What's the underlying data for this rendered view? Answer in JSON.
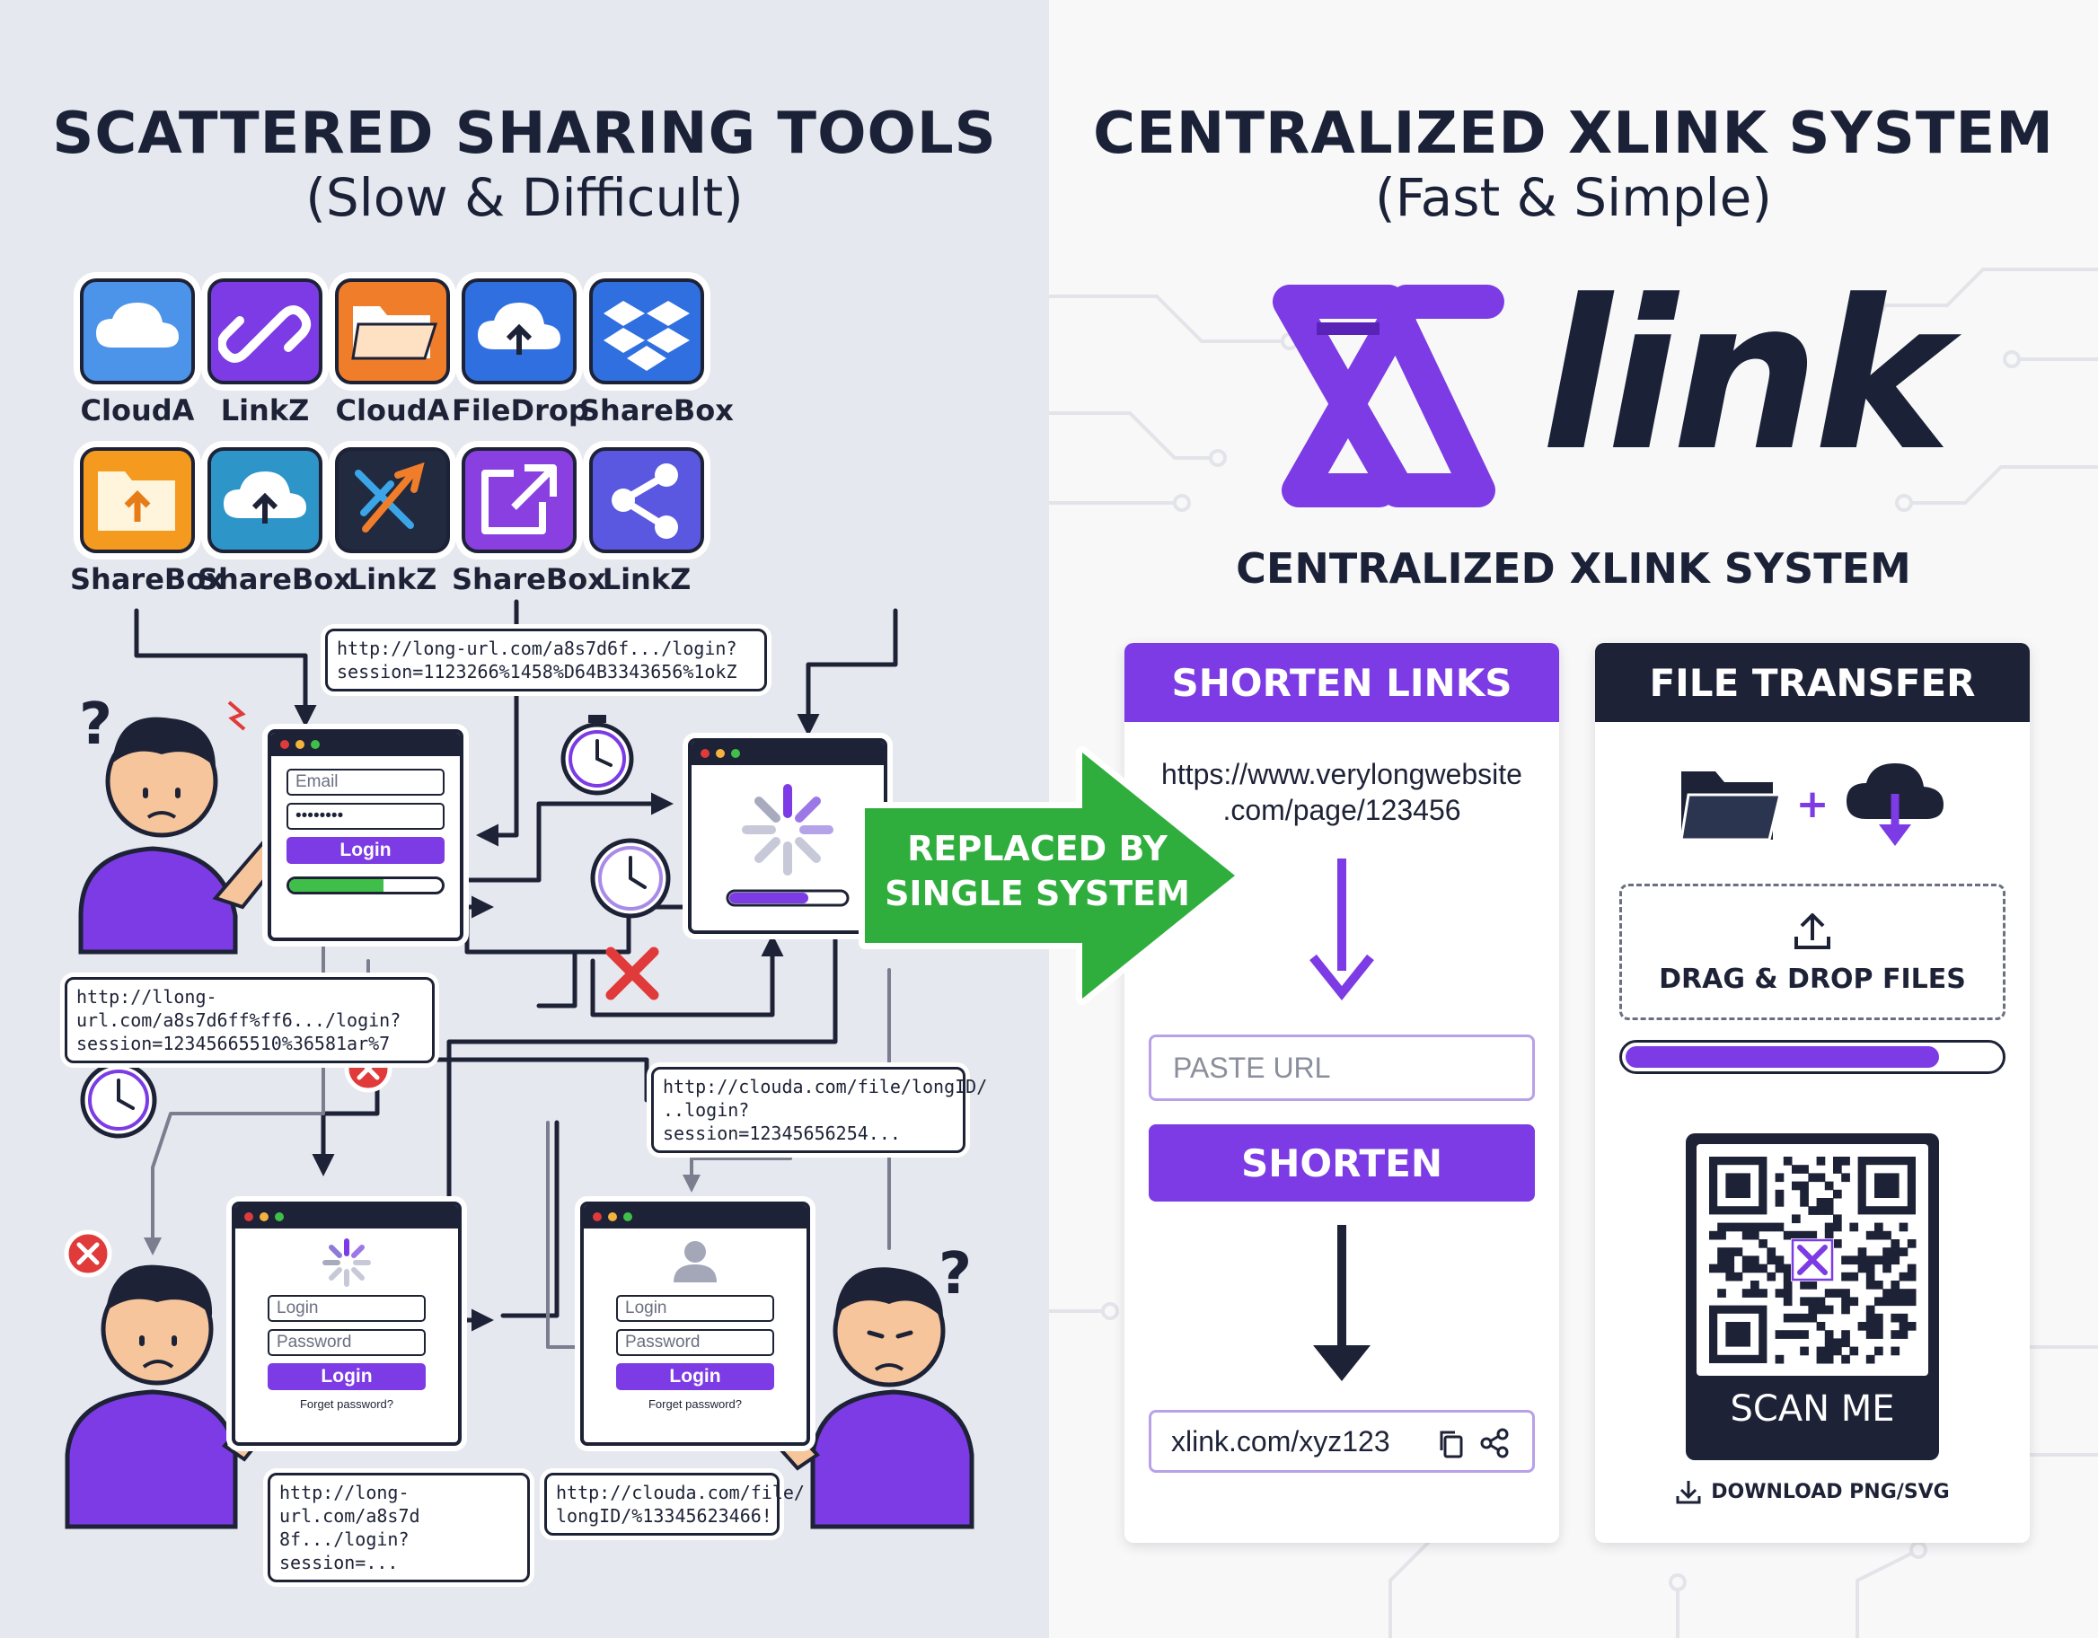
{
  "left": {
    "title": "SCATTERED SHARING TOOLS",
    "subtitle": "(Slow & Difficult)",
    "apps": [
      {
        "name": "CloudA",
        "icon": "cloud-icon",
        "color": "#4c93ea"
      },
      {
        "name": "LinkZ",
        "icon": "chain-link-icon",
        "color": "#7c3be4"
      },
      {
        "name": "CloudA",
        "icon": "folder-icon",
        "color": "#ef7d2a"
      },
      {
        "name": "FileDrop",
        "icon": "cloud-upload-icon",
        "color": "#2f6fe0"
      },
      {
        "name": "ShareBox",
        "icon": "dropbox-icon",
        "color": "#2f6fe0"
      },
      {
        "name": "ShareBox",
        "icon": "folder-upload-icon",
        "color": "#f49a1e"
      },
      {
        "name": "ShareBox",
        "icon": "cloud-upload-icon",
        "color": "#2e95c8"
      },
      {
        "name": "LinkZ",
        "icon": "crossed-arrows-icon",
        "color": "#222a3f"
      },
      {
        "name": "ShareBox",
        "icon": "external-link-icon",
        "color": "#8a3fe0"
      },
      {
        "name": "LinkZ",
        "icon": "share-icon",
        "color": "#5a57e0"
      }
    ],
    "urls": {
      "u1": "http://long-url.com/a8s7d6f.../login?\nsession=1123266%1458%D64B3343656%1okZ",
      "u2": "http://llong-url.com/a8s7d6ff%ff6.../login?\nsession=12345665510%36581ar%7",
      "u3": "http://clouda.com/file/longID/\n..login?session=12345656254...",
      "u4": "http://long-url.com/a8s7d\n8f.../login?session=...",
      "u5": "http://clouda.com/file/\nlongID/%13345623466!"
    },
    "window1": {
      "email": "Email",
      "password": "••••••••",
      "button": "Login"
    },
    "window3": {
      "field1": "Login",
      "field2": "Password",
      "button": "Login",
      "forgot": "Forget password?"
    },
    "window4": {
      "field1": "Login",
      "field2": "Password",
      "button": "Login",
      "forgot": "Forget password?"
    }
  },
  "transition": {
    "label_line1": "REPLACED BY",
    "label_line2": "SINGLE SYSTEM",
    "color": "#2fae3e"
  },
  "right": {
    "title": "CENTRALIZED XLINK SYSTEM",
    "subtitle": "(Fast & Simple)",
    "logo_word": "link",
    "logo_caption": "CENTRALIZED XLINK SYSTEM",
    "shorten": {
      "header": "SHORTEN LINKS",
      "long_url_line1": "https://www.verylongwebsite",
      "long_url_line2": ".com/page/123456",
      "input_placeholder": "PASTE URL",
      "button": "SHORTEN",
      "result": "xlink.com/xyz123"
    },
    "transfer": {
      "header": "FILE TRANSFER",
      "plus": "+",
      "drop_label": "DRAG & DROP FILES",
      "progress": 0.84,
      "qr_label": "SCAN ME",
      "download": "DOWNLOAD PNG/SVG"
    }
  },
  "colors": {
    "purple": "#7c3be4",
    "navy": "#1d2236",
    "red": "#e03a3a",
    "green": "#2fae3e"
  }
}
